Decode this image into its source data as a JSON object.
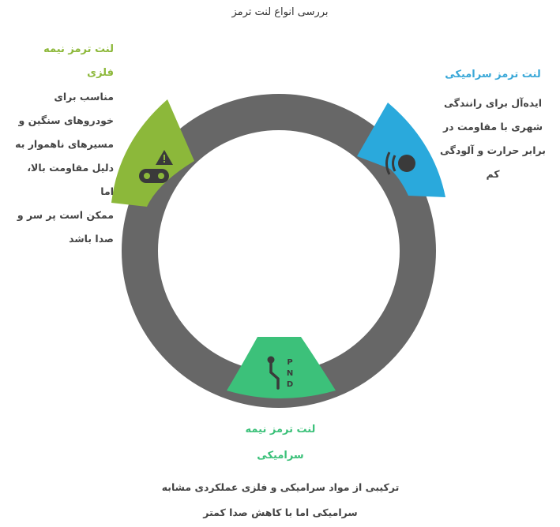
{
  "title": "بررسی انواع لنت ترمز",
  "semi_metal": {
    "heading": "لنت ترمز نیمه فلزی",
    "lines": [
      "مناسب برای",
      "خودروهای سنگین و",
      "مسیرهای ناهموار به",
      "دلیل مقاومت بالا، اما",
      "ممکن است پر سر و",
      "صدا باشد"
    ],
    "icon": "warning-car-icon",
    "color": "#8db83a"
  },
  "ceramic": {
    "heading": "لنت ترمز سرامیکی",
    "lines": [
      "ایده‌آل برای رانندگی",
      "شهری با مقاومت در",
      "برابر حرارت و آلودگی",
      "کم"
    ],
    "icon": "brake-sound-icon",
    "color": "#2aa9dc"
  },
  "hybrid": {
    "heading_lines": [
      "لنت ترمز نیمه",
      "سرامیکی"
    ],
    "lines": [
      "ترکیبی از مواد سرامیکی و فلزی عملکردی مشابه",
      "سرامیکی اما با کاهش صدا کمتر"
    ],
    "icon": "gear-shift-icon",
    "shift_letters": [
      "P",
      "N",
      "D"
    ],
    "color": "#3cc17a"
  },
  "ring_color": "#676767"
}
